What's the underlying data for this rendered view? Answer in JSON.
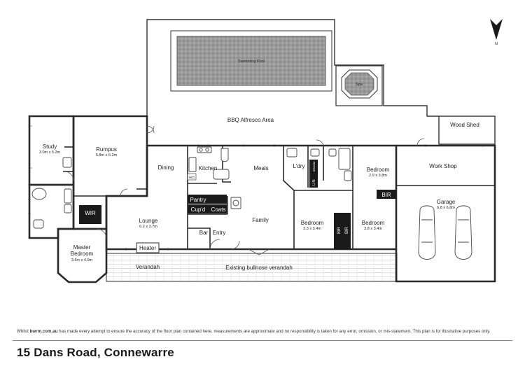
{
  "compass": {
    "label": "N"
  },
  "outdoor": {
    "pool": "Swimming Pool",
    "spa": "Spa",
    "bbq": "BBQ Alfresco Area",
    "wood_shed": "Wood Shed",
    "verandah": "Verandah",
    "existing_verandah": "Existing bullnose verandah"
  },
  "rooms": {
    "study": {
      "name": "Study",
      "size": "3.0m x 5.2m"
    },
    "rumpus": {
      "name": "Rumpus",
      "size": "5.8m x 6.2m"
    },
    "dining": {
      "name": "Dining"
    },
    "kitchen": {
      "name": "Kitchen"
    },
    "wo": {
      "name": "WO"
    },
    "meals": {
      "name": "Meals"
    },
    "laundry": {
      "name": "L'dry"
    },
    "linen": {
      "name": "LIN"
    },
    "broom": {
      "name": "BROOM"
    },
    "bedroom_a": {
      "name": "Bedroom",
      "size": "2.9 x 3.8m"
    },
    "workshop": {
      "name": "Work Shop"
    },
    "bir_a": {
      "name": "BIR"
    },
    "garage": {
      "name": "Garage",
      "size": "6.8 x 6.8m"
    },
    "wir": {
      "name": "WIR"
    },
    "lounge": {
      "name": "Lounge",
      "size": "6.2 x 3.7m"
    },
    "pantry": {
      "name": "Pantry"
    },
    "cupd": {
      "name": "Cup'd"
    },
    "coats": {
      "name": "Coats"
    },
    "family": {
      "name": "Family"
    },
    "bedroom_b": {
      "name": "Bedroom",
      "size": "3.3 x 3.4m"
    },
    "bir_b": {
      "name": "BIR"
    },
    "bir_c": {
      "name": "BIR"
    },
    "bedroom_c": {
      "name": "Bedroom",
      "size": "3.8 x 3.4m"
    },
    "bar": {
      "name": "Bar"
    },
    "entry": {
      "name": "Entry"
    },
    "master": {
      "name": "Master",
      "name2": "Bedroom",
      "size": "3.6m x 4.0m"
    },
    "heater": {
      "name": "Heater"
    }
  },
  "footer": {
    "disclaimer_prefix": "Whilst ",
    "disclaimer_brand": "bwrm.com.au",
    "disclaimer_text": " has made every attempt to ensure the accuracy of the floor plan contained here, measurements are approximate and no responsibility is taken for any error, omission, or mis-statement. This plan is for illustrative purposes only.",
    "address": "15 Dans Road, Connewarre"
  }
}
